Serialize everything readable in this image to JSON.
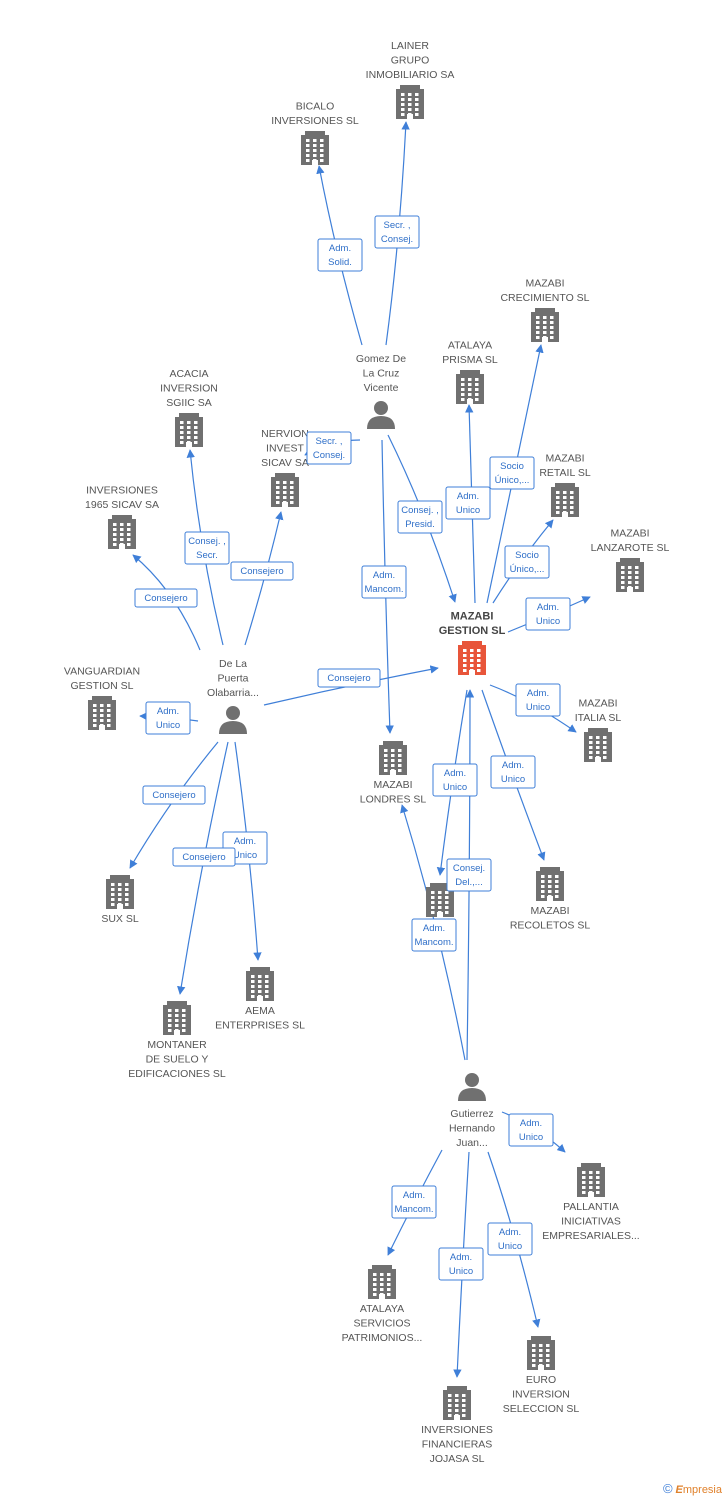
{
  "colors": {
    "edge": "#3f7fd8",
    "building": "#707070",
    "building_main": "#e8553a",
    "person": "#707070"
  },
  "nodes": [
    {
      "id": "lainer",
      "type": "company",
      "lines": [
        "LAINER",
        "GRUPO",
        "INMOBILIARIO SA"
      ]
    },
    {
      "id": "bicalo",
      "type": "company",
      "lines": [
        "BICALO",
        "INVERSIONES SL"
      ]
    },
    {
      "id": "mazabi_crec",
      "type": "company",
      "lines": [
        "MAZABI",
        "CRECIMIENTO SL"
      ]
    },
    {
      "id": "atalaya_prisma",
      "type": "company",
      "lines": [
        "ATALAYA",
        "PRISMA  SL"
      ]
    },
    {
      "id": "gomez",
      "type": "person",
      "lines": [
        "Gomez De",
        "La Cruz",
        "Vicente"
      ]
    },
    {
      "id": "acacia",
      "type": "company",
      "lines": [
        "ACACIA",
        "INVERSION",
        "SGIIC SA"
      ]
    },
    {
      "id": "nervion",
      "type": "company",
      "lines": [
        "NERVION",
        "INVEST",
        "SICAV SA"
      ]
    },
    {
      "id": "mazabi_retail",
      "type": "company",
      "lines": [
        "MAZABI",
        "RETAIL  SL"
      ]
    },
    {
      "id": "inversiones1965",
      "type": "company",
      "lines": [
        "INVERSIONES",
        "1965 SICAV SA"
      ]
    },
    {
      "id": "mazabi_lanzarote",
      "type": "company",
      "lines": [
        "MAZABI",
        "LANZAROTE  SL"
      ]
    },
    {
      "id": "mazabi_gestion",
      "type": "main",
      "lines": [
        "MAZABI",
        "GESTION SL"
      ]
    },
    {
      "id": "delapuerta",
      "type": "person",
      "lines": [
        "De La",
        "Puerta",
        "Olabarria..."
      ]
    },
    {
      "id": "vanguardian",
      "type": "company",
      "lines": [
        "VANGUARDIAN",
        "GESTION SL"
      ]
    },
    {
      "id": "mazabi_italia",
      "type": "company",
      "lines": [
        "MAZABI",
        "ITALIA  SL"
      ]
    },
    {
      "id": "mazabi_londres",
      "type": "company",
      "lines": [
        "MAZABI",
        "LONDRES SL"
      ]
    },
    {
      "id": "sux",
      "type": "company",
      "lines": [
        "SUX SL"
      ]
    },
    {
      "id": "mazabi_recoletos",
      "type": "company",
      "lines": [
        "MAZABI",
        "RECOLETOS  SL"
      ]
    },
    {
      "id": "mid_building",
      "type": "company",
      "lines": []
    },
    {
      "id": "aema",
      "type": "company",
      "lines": [
        "AEMA",
        "ENTERPRISES SL"
      ]
    },
    {
      "id": "montaner",
      "type": "company",
      "lines": [
        "MONTANER",
        "DE SUELO Y",
        "EDIFICACIONES SL"
      ]
    },
    {
      "id": "gutierrez",
      "type": "person",
      "lines": [
        "Gutierrez",
        "Hernando",
        "Juan..."
      ]
    },
    {
      "id": "pallantia",
      "type": "company",
      "lines": [
        "PALLANTIA",
        "INICIATIVAS",
        "EMPRESARIALES..."
      ]
    },
    {
      "id": "atalaya_serv",
      "type": "company",
      "lines": [
        "ATALAYA",
        "SERVICIOS",
        "PATRIMONIOS..."
      ]
    },
    {
      "id": "euro_inv",
      "type": "company",
      "lines": [
        "EURO",
        "INVERSION",
        "SELECCION SL"
      ]
    },
    {
      "id": "jojasa",
      "type": "company",
      "lines": [
        "INVERSIONES",
        "FINANCIERAS",
        "JOJASA SL"
      ]
    }
  ],
  "edges": [
    {
      "from": "gomez",
      "to": "bicalo",
      "label": [
        "Adm.",
        "Solid."
      ]
    },
    {
      "from": "gomez",
      "to": "lainer",
      "label": [
        "Secr. ,",
        "Consej."
      ]
    },
    {
      "from": "gomez",
      "to": "nervion",
      "label": [
        "Secr. ,",
        "Consej."
      ]
    },
    {
      "from": "gomez",
      "to": "mazabi_gestion",
      "label": [
        "Consej. ,",
        "Presid."
      ]
    },
    {
      "from": "gomez",
      "to": "mazabi_londres",
      "label": [
        "Adm.",
        "Mancom."
      ]
    },
    {
      "from": "mazabi_gestion",
      "to": "atalaya_prisma",
      "label": [
        "Adm.",
        "Unico"
      ]
    },
    {
      "from": "mazabi_gestion",
      "to": "mazabi_crec",
      "label": [
        "Socio",
        "Único,..."
      ]
    },
    {
      "from": "mazabi_gestion",
      "to": "mazabi_retail",
      "label": [
        "Socio",
        "Único,..."
      ]
    },
    {
      "from": "mazabi_gestion",
      "to": "mazabi_lanzarote",
      "label": [
        "Adm.",
        "Unico"
      ]
    },
    {
      "from": "mazabi_gestion",
      "to": "mazabi_italia",
      "label": [
        "Adm.",
        "Unico"
      ]
    },
    {
      "from": "mazabi_gestion",
      "to": "mazabi_recoletos",
      "label": [
        "Adm.",
        "Unico"
      ]
    },
    {
      "from": "mazabi_gestion",
      "to": "mid_building",
      "label": [
        "Adm.",
        "Unico"
      ]
    },
    {
      "from": "delapuerta",
      "to": "acacia",
      "label": [
        "Consej. ,",
        "Secr."
      ]
    },
    {
      "from": "delapuerta",
      "to": "nervion",
      "label": [
        "Consejero"
      ]
    },
    {
      "from": "delapuerta",
      "to": "inversiones1965",
      "label": [
        "Consejero"
      ]
    },
    {
      "from": "delapuerta",
      "to": "vanguardian",
      "label": [
        "Adm.",
        "Unico"
      ]
    },
    {
      "from": "delapuerta",
      "to": "mazabi_gestion",
      "label": [
        "Consejero"
      ]
    },
    {
      "from": "delapuerta",
      "to": "sux",
      "label": [
        "Consejero"
      ]
    },
    {
      "from": "delapuerta",
      "to": "aema",
      "label": [
        "Adm.",
        "Unico"
      ]
    },
    {
      "from": "delapuerta",
      "to": "montaner",
      "label": [
        "Consejero"
      ]
    },
    {
      "from": "gutierrez",
      "to": "mazabi_gestion",
      "label": [
        "Consej.",
        "Del.,..."
      ]
    },
    {
      "from": "gutierrez",
      "to": "mazabi_londres",
      "label": [
        "Adm.",
        "Mancom."
      ]
    },
    {
      "from": "gutierrez",
      "to": "pallantia",
      "label": [
        "Adm.",
        "Unico"
      ]
    },
    {
      "from": "gutierrez",
      "to": "atalaya_serv",
      "label": [
        "Adm.",
        "Mancom."
      ]
    },
    {
      "from": "gutierrez",
      "to": "jojasa",
      "label": [
        "Adm.",
        "Unico"
      ]
    },
    {
      "from": "gutierrez",
      "to": "euro_inv",
      "label": [
        "Adm.",
        "Unico"
      ]
    }
  ],
  "footer": {
    "copyright": "©",
    "brand_e": "E",
    "brand_rest": "mpresia"
  }
}
